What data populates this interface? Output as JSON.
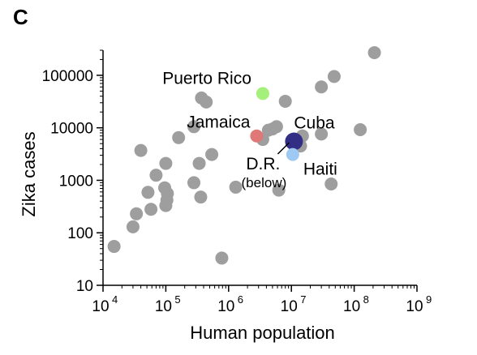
{
  "panel_label": "C",
  "chart_data": {
    "type": "scatter",
    "xscale": "log",
    "yscale": "log",
    "xlim": [
      10000,
      1000000000
    ],
    "ylim": [
      10,
      300000
    ],
    "xlabel": "Human population",
    "ylabel": "Zika cases",
    "xticks": [
      {
        "value": 10000,
        "base": "10",
        "exp": "4"
      },
      {
        "value": 100000,
        "base": "10",
        "exp": "5"
      },
      {
        "value": 1000000,
        "base": "10",
        "exp": "6"
      },
      {
        "value": 10000000,
        "base": "10",
        "exp": "7"
      },
      {
        "value": 100000000,
        "base": "10",
        "exp": "8"
      },
      {
        "value": 1000000000,
        "base": "10",
        "exp": "9"
      }
    ],
    "yticks": [
      {
        "value": 10,
        "label": "10"
      },
      {
        "value": 100,
        "label": "100"
      },
      {
        "value": 1000,
        "label": "1000"
      },
      {
        "value": 10000,
        "label": "10000"
      },
      {
        "value": 100000,
        "label": "100000"
      }
    ],
    "grid": false,
    "colors": {
      "default": "#9e9e9e",
      "puerto_rico": "#a5f07a",
      "jamaica": "#e07878",
      "cuba": "#332e85",
      "haiti": "#9ec9f2",
      "dr": "#dbc95a"
    },
    "points": [
      {
        "x": 15000,
        "y": 55
      },
      {
        "x": 30000,
        "y": 130
      },
      {
        "x": 34000,
        "y": 230
      },
      {
        "x": 40000,
        "y": 3700
      },
      {
        "x": 52000,
        "y": 590
      },
      {
        "x": 58000,
        "y": 280
      },
      {
        "x": 70000,
        "y": 1250
      },
      {
        "x": 96000,
        "y": 720
      },
      {
        "x": 100000,
        "y": 2100
      },
      {
        "x": 100000,
        "y": 330
      },
      {
        "x": 104000,
        "y": 420
      },
      {
        "x": 106000,
        "y": 560
      },
      {
        "x": 160000,
        "y": 6500
      },
      {
        "x": 280000,
        "y": 10500
      },
      {
        "x": 280000,
        "y": 900
      },
      {
        "x": 340000,
        "y": 2100
      },
      {
        "x": 360000,
        "y": 480
      },
      {
        "x": 370000,
        "y": 37000
      },
      {
        "x": 440000,
        "y": 31000
      },
      {
        "x": 540000,
        "y": 3100
      },
      {
        "x": 780000,
        "y": 33
      },
      {
        "x": 1300000,
        "y": 740
      },
      {
        "x": 3500000,
        "y": 6000
      },
      {
        "x": 4300000,
        "y": 9000
      },
      {
        "x": 5000000,
        "y": 9500
      },
      {
        "x": 5800000,
        "y": 10500
      },
      {
        "x": 6300000,
        "y": 650
      },
      {
        "x": 8000000,
        "y": 32000
      },
      {
        "x": 14000000,
        "y": 4500
      },
      {
        "x": 15000000,
        "y": 7000
      },
      {
        "x": 30000000,
        "y": 60000
      },
      {
        "x": 30000000,
        "y": 7600
      },
      {
        "x": 43000000,
        "y": 850
      },
      {
        "x": 48000000,
        "y": 95000
      },
      {
        "x": 125000000,
        "y": 9200
      },
      {
        "x": 210000000,
        "y": 270000
      },
      {
        "x": 11000000,
        "y": 5600,
        "color": "dr"
      },
      {
        "x": 3500000,
        "y": 45000,
        "label": "Puerto Rico",
        "color": "puerto_rico"
      },
      {
        "x": 2800000,
        "y": 7000,
        "label": "Jamaica",
        "color": "jamaica"
      },
      {
        "x": 11000000,
        "y": 5500,
        "label": "Cuba",
        "color": "cuba",
        "r": 11
      },
      {
        "x": 10500000,
        "y": 3100,
        "label": "Haiti",
        "color": "haiti"
      }
    ],
    "annotations": {
      "dr_label": "D.R.",
      "dr_sub": "(below)"
    }
  }
}
